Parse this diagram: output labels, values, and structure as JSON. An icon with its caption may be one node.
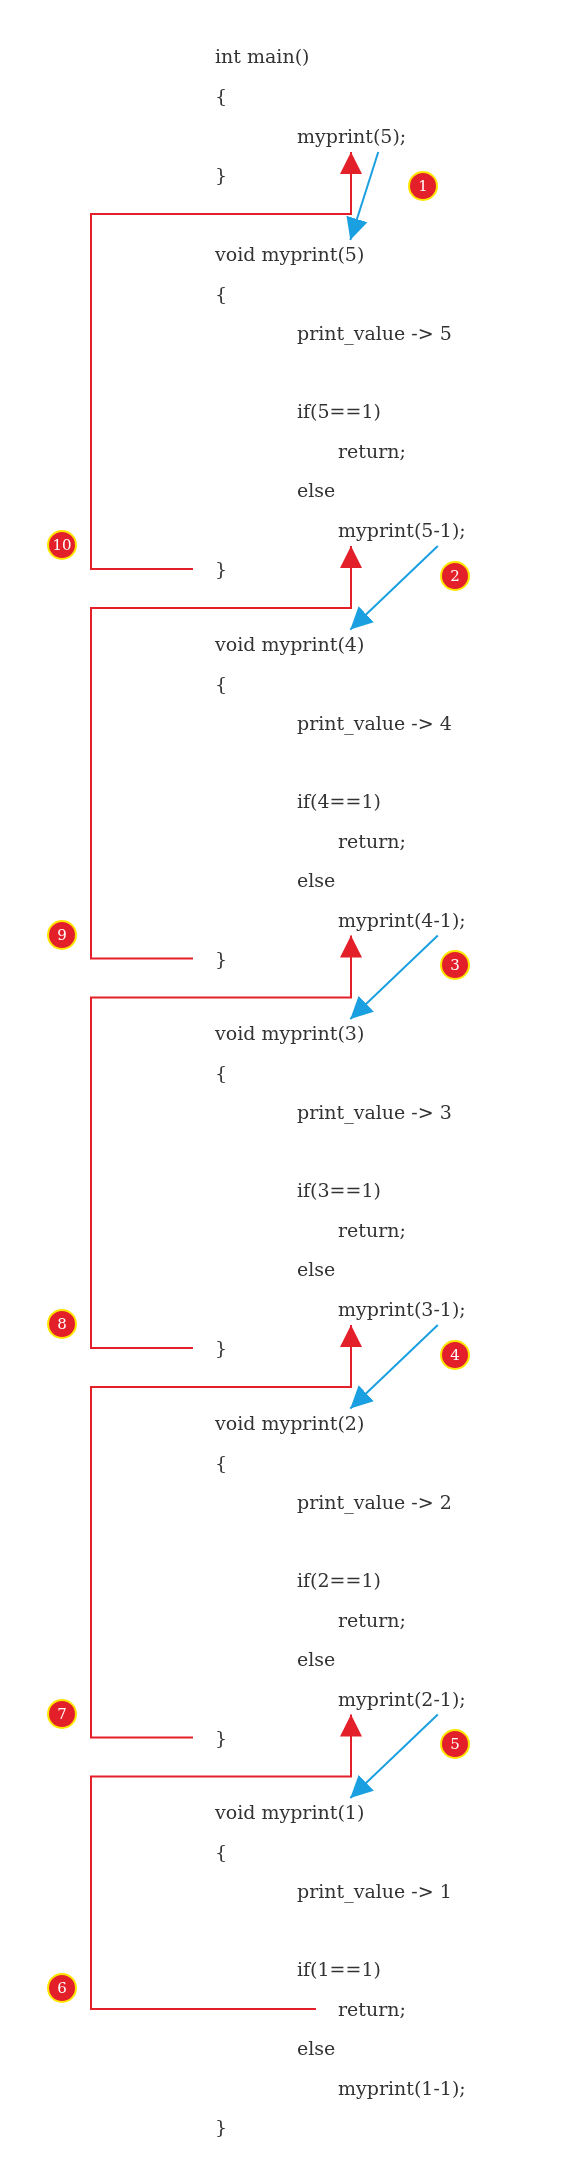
{
  "diagram": {
    "nodes": [
      {
        "text": [
          "myprint(5);"
        ]
      },
      {
        "text": [
          "void myprint(5)"
        ]
      },
      {
        "text": [
          "myprint(5-1);"
        ]
      },
      {
        "text": [
          "}"
        ]
      },
      {
        "text": [
          "void myprint(4)"
        ]
      },
      {
        "text": [
          "myprint(4-1);"
        ]
      },
      {
        "text": [
          "}"
        ]
      },
      {
        "text": [
          "void myprint(3)"
        ]
      },
      {
        "text": [
          "myprint(3-1);"
        ]
      },
      {
        "text": [
          "}"
        ]
      },
      {
        "text": [
          "void myprint(2)"
        ]
      },
      {
        "text": [
          "myprint(2-1);"
        ]
      },
      {
        "text": [
          "}"
        ]
      },
      {
        "text": [
          "void myprint(1)"
        ]
      },
      {
        "text": [
          "return;"
        ]
      }
    ],
    "edges": [
      {
        "from": 0,
        "to": 1,
        "arrow": "to",
        "color": "#1a9fe0"
      },
      {
        "from": 2,
        "to": 4,
        "arrow": "to",
        "color": "#1a9fe0"
      },
      {
        "from": 5,
        "to": 7,
        "arrow": "to",
        "color": "#1a9fe0"
      },
      {
        "from": 8,
        "to": 10,
        "arrow": "to",
        "color": "#1a9fe0"
      },
      {
        "from": 11,
        "to": 13,
        "arrow": "to",
        "color": "#1a9fe0"
      },
      {
        "from": 14,
        "to": 11,
        "arrow": "to",
        "color": "#e3202a"
      },
      {
        "from": 12,
        "to": 8,
        "arrow": "to",
        "color": "#e3202a"
      },
      {
        "from": 9,
        "to": 5,
        "arrow": "to",
        "color": "#e3202a"
      },
      {
        "from": 6,
        "to": 2,
        "arrow": "to",
        "color": "#e3202a"
      },
      {
        "from": 3,
        "to": 0,
        "arrow": "to",
        "color": "#e3202a"
      }
    ],
    "labels": [
      "int main()",
      "{",
      "}",
      "1",
      "{",
      "print_value -> 5",
      "if(5==1)",
      "return;",
      "else",
      "10",
      "2",
      "{",
      "print_value -> 4",
      "if(4==1)",
      "return;",
      "else",
      "9",
      "3",
      "{",
      "print_value -> 3",
      "if(3==1)",
      "return;",
      "else",
      "8",
      "4",
      "{",
      "print_value -> 2",
      "if(2==1)",
      "return;",
      "else",
      "7",
      "5",
      "{",
      "print_value -> 1",
      "if(1==1)",
      "6",
      "else",
      "myprint(1-1);",
      "}"
    ]
  }
}
